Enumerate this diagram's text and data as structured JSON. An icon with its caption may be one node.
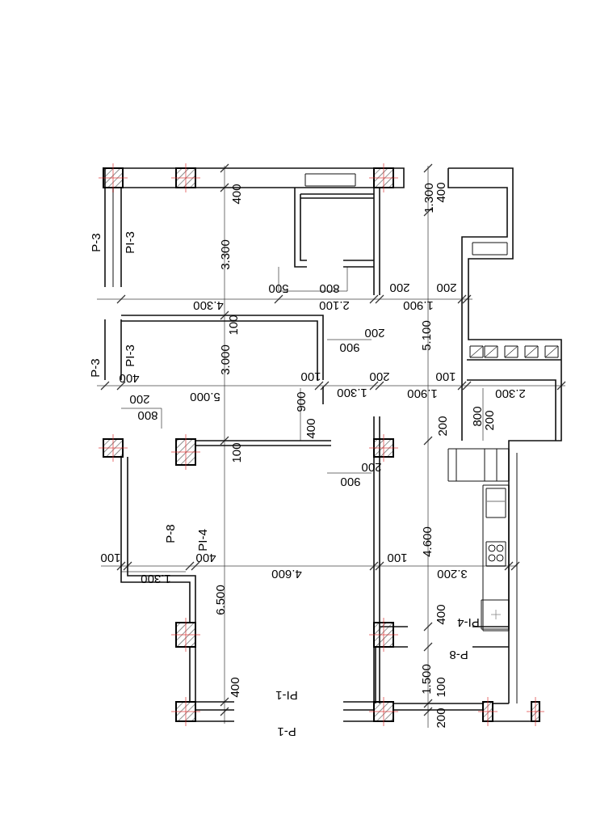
{
  "diagram": {
    "labels": [
      "400",
      "400",
      "1.300",
      "P-3",
      "PI-3",
      "3.300",
      "500",
      "800",
      "200",
      "200",
      "4.300",
      "2.100",
      "1.900",
      "100",
      "200",
      "5.100",
      "900",
      "P-3",
      "PI-3",
      "3.000",
      "400",
      "100",
      "200",
      "100",
      "1.300",
      "5.000",
      "1.900",
      "2.300",
      "200",
      "800",
      "900",
      "400",
      "200",
      "800",
      "200",
      "100",
      "200",
      "900",
      "P-8",
      "PI-4",
      "4.600",
      "100",
      "400",
      "100",
      "1.300",
      "4.600",
      "3.200",
      "6.500",
      "400",
      "PI-4",
      "P-8",
      "1.500",
      "400",
      "100",
      "PI-1",
      "200",
      "P-1"
    ]
  }
}
